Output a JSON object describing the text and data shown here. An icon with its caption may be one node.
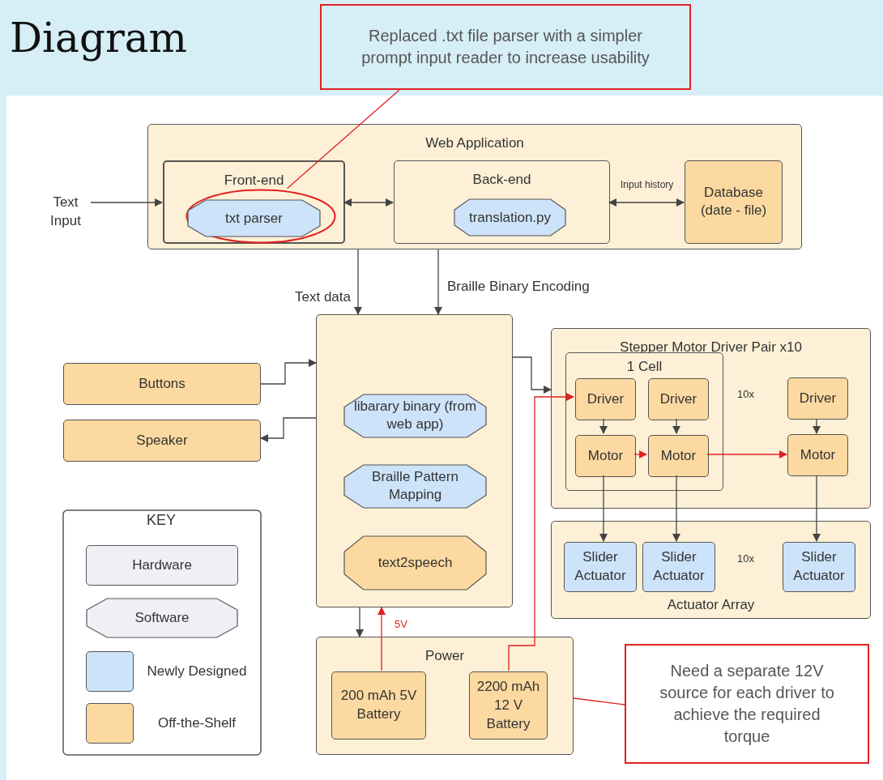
{
  "diagram": {
    "title": "Diagram",
    "nodes": [
      {
        "text": [
          "Replaced .txt file parser with a simpler prompt input reader to increase usability"
        ]
      },
      {
        "text": [
          "Text Input"
        ]
      },
      {
        "text": [
          "Web Application"
        ]
      },
      {
        "text": [
          "Front-end"
        ],
        "in": 2
      },
      {
        "text": [
          "txt parser"
        ],
        "in": 8
      },
      {
        "text": [
          "Back-end"
        ],
        "in": 2
      },
      {
        "text": [
          "translation.py"
        ],
        "in": 5
      },
      {
        "text": [
          "Database (date - file)"
        ],
        "in": 2
      },
      {
        "text": [],
        "shape": "ellipse",
        "in": 3
      },
      {
        "text": [],
        "shape": "box"
      },
      {
        "text": [
          "libarary binary (from web app)"
        ],
        "in": 9
      },
      {
        "text": [
          "Braille Pattern Mapping"
        ],
        "in": 9
      },
      {
        "text": [
          "text2speech"
        ],
        "in": 9
      },
      {
        "text": [
          "Buttons"
        ]
      },
      {
        "text": [
          "Speaker"
        ]
      },
      {
        "text": [
          "Stepper Motor Driver Pair x10"
        ]
      },
      {
        "text": [
          "1 Cell"
        ],
        "in": 15
      },
      {
        "text": [
          "Driver"
        ],
        "in": 16
      },
      {
        "text": [
          "Driver"
        ],
        "in": 16
      },
      {
        "text": [
          "Motor"
        ],
        "in": 16
      },
      {
        "text": [
          "Motor"
        ],
        "in": 16
      },
      {
        "text": [
          "Driver"
        ],
        "in": 15
      },
      {
        "text": [
          "Motor"
        ],
        "in": 15
      },
      {
        "text": [
          "Actuator Array"
        ]
      },
      {
        "text": [
          "Slider Actuator"
        ],
        "in": 23
      },
      {
        "text": [
          "Slider Actuator"
        ],
        "in": 23
      },
      {
        "text": [
          "Slider Actuator"
        ],
        "in": 23
      },
      {
        "text": [
          "Power"
        ]
      },
      {
        "text": [
          "200 mAh 5V Battery"
        ],
        "in": 27
      },
      {
        "text": [
          "2200 mAh 12 V Battery"
        ],
        "in": 27
      },
      {
        "text": [
          "Need a separate 12V source for each driver to achieve the required torque"
        ]
      }
    ],
    "edges": [
      {
        "from": 1,
        "to": 3,
        "arrow": "to"
      },
      {
        "from": 3,
        "to": 5,
        "arrow": "both"
      },
      {
        "from": 5,
        "to": 7,
        "arrow": "both",
        "label": "Input history"
      },
      {
        "from": 2,
        "to": 9,
        "arrow": "to",
        "label": "Text data"
      },
      {
        "from": 2,
        "to": 9,
        "arrow": "to",
        "label": "Braille Binary Encoding"
      },
      {
        "from": 13,
        "to": 9,
        "arrow": "to"
      },
      {
        "from": 9,
        "to": 14,
        "arrow": "to"
      },
      {
        "from": 9,
        "to": 15,
        "arrow": "to"
      },
      {
        "from": 29,
        "to": 17,
        "arrow": "to",
        "color": "#e02020"
      },
      {
        "from": 28,
        "to": 9,
        "arrow": "to",
        "label": "5V",
        "color": "#e02020"
      },
      {
        "from": 9,
        "to": 27,
        "arrow": "to"
      },
      {
        "from": 17,
        "to": 19,
        "arrow": "to"
      },
      {
        "from": 18,
        "to": 20,
        "arrow": "to"
      },
      {
        "from": 21,
        "to": 22,
        "arrow": "to"
      },
      {
        "from": 19,
        "to": 20,
        "arrow": "to",
        "color": "#e02020"
      },
      {
        "from": 20,
        "to": 22,
        "arrow": "to",
        "color": "#e02020"
      },
      {
        "from": 19,
        "to": 24,
        "arrow": "to"
      },
      {
        "from": 20,
        "to": 25,
        "arrow": "to"
      },
      {
        "from": 22,
        "to": 26,
        "arrow": "to"
      },
      {
        "from": 0,
        "to": 8,
        "arrow": "none",
        "color": "#e02020"
      },
      {
        "from": 30,
        "to": 27,
        "arrow": "none",
        "color": "#e02020"
      }
    ],
    "labels": [
      "10x",
      "10x",
      "KEY"
    ],
    "legend": [
      {
        "text": "Hardware"
      },
      {
        "text": "Software"
      },
      {
        "text": "Newly Designed",
        "color": "#cde3fa"
      },
      {
        "text": "Off-the-Shelf",
        "color": "#fcd9a0"
      }
    ]
  }
}
